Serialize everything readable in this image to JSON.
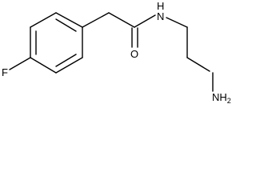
{
  "molecule": {
    "atoms": {
      "fluorine": "F",
      "oxygen": "O",
      "amide_nitrogen": "N",
      "amide_hydrogen": "H",
      "amine_group": "NH",
      "amine_subscript": "2"
    }
  }
}
